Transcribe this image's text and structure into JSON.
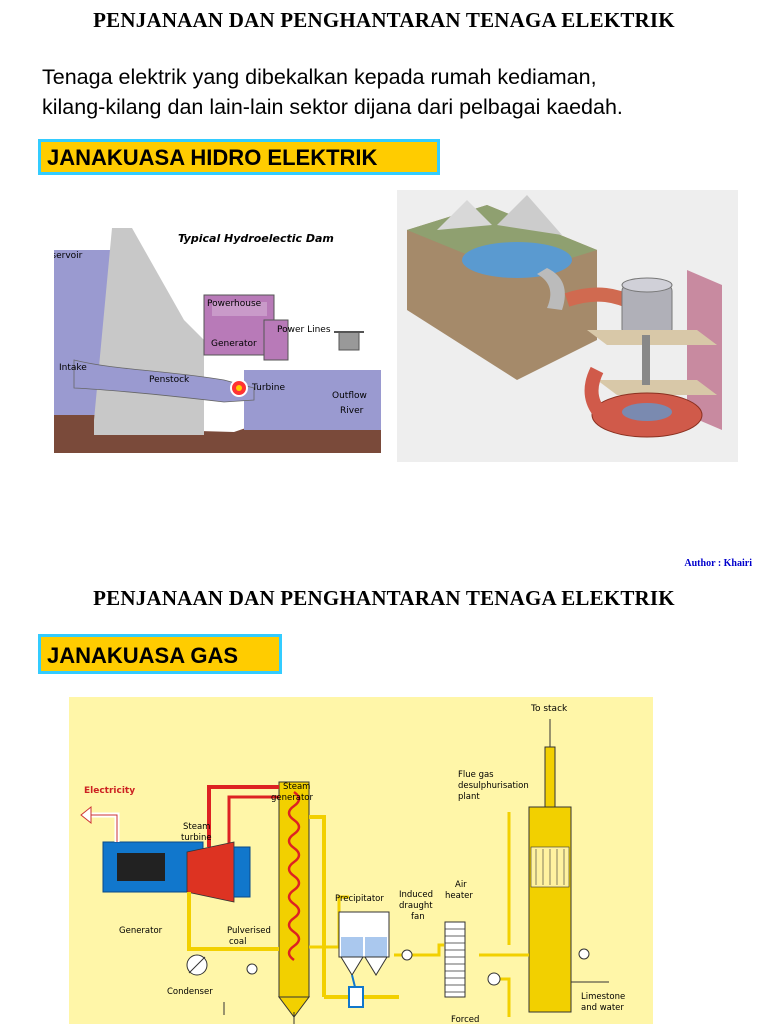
{
  "page": {
    "title_top": "PENJANAAN DAN PENGHANTARAN TENAGA ELEKTRIK",
    "intro_line1": "Tenaga elektrik yang dibekalkan kepada rumah kediaman,",
    "intro_line2": "kilang-kilang dan lain-lain sektor dijana dari pelbagai kaedah.",
    "section_hydro": "JANAKUASA HIDRO ELEKTRIK",
    "author": "Author : Khairi",
    "title_bottom": "PENJANAAN DAN PENGHANTARAN TENAGA ELEKTRIK",
    "section_gas": "JANAKUASA GAS"
  },
  "dam_diagram": {
    "title": "Typical Hydroelectic Dam",
    "reservoir": "Reservoir",
    "powerhouse": "Powerhouse",
    "power_lines": "Power Lines",
    "generator": "Generator",
    "intake": "Intake",
    "penstock": "Penstock",
    "turbine": "Turbine",
    "outflow": "Outflow",
    "river": "River"
  },
  "gas_diagram": {
    "to_stack": "To stack",
    "electricity": "Electricity",
    "steam_generator_1": "Steam",
    "steam_generator_2": "generator",
    "steam_turbine_1": "Steam",
    "steam_turbine_2": "turbine",
    "flue_gas_1": "Flue gas",
    "flue_gas_2": "desulphurisation",
    "flue_gas_3": "plant",
    "precipitator": "Precipitator",
    "induced_1": "Induced",
    "induced_2": "draught",
    "induced_3": "fan",
    "air_heater_1": "Air",
    "air_heater_2": "heater",
    "generator": "Generator",
    "pulverised_1": "Pulverised",
    "pulverised_2": "coal",
    "condenser": "Condenser",
    "limestone_1": "Limestone",
    "limestone_2": "and water",
    "forced": "Forced"
  },
  "colors": {
    "label_fill": "#ffcc00",
    "label_border": "#33ccff",
    "author_text": "#0000cc",
    "gas_background": "#fff6a8",
    "steam_red": "#dd2222",
    "yellow_pipe": "#f2d000",
    "generator_blue": "#1177cc"
  }
}
